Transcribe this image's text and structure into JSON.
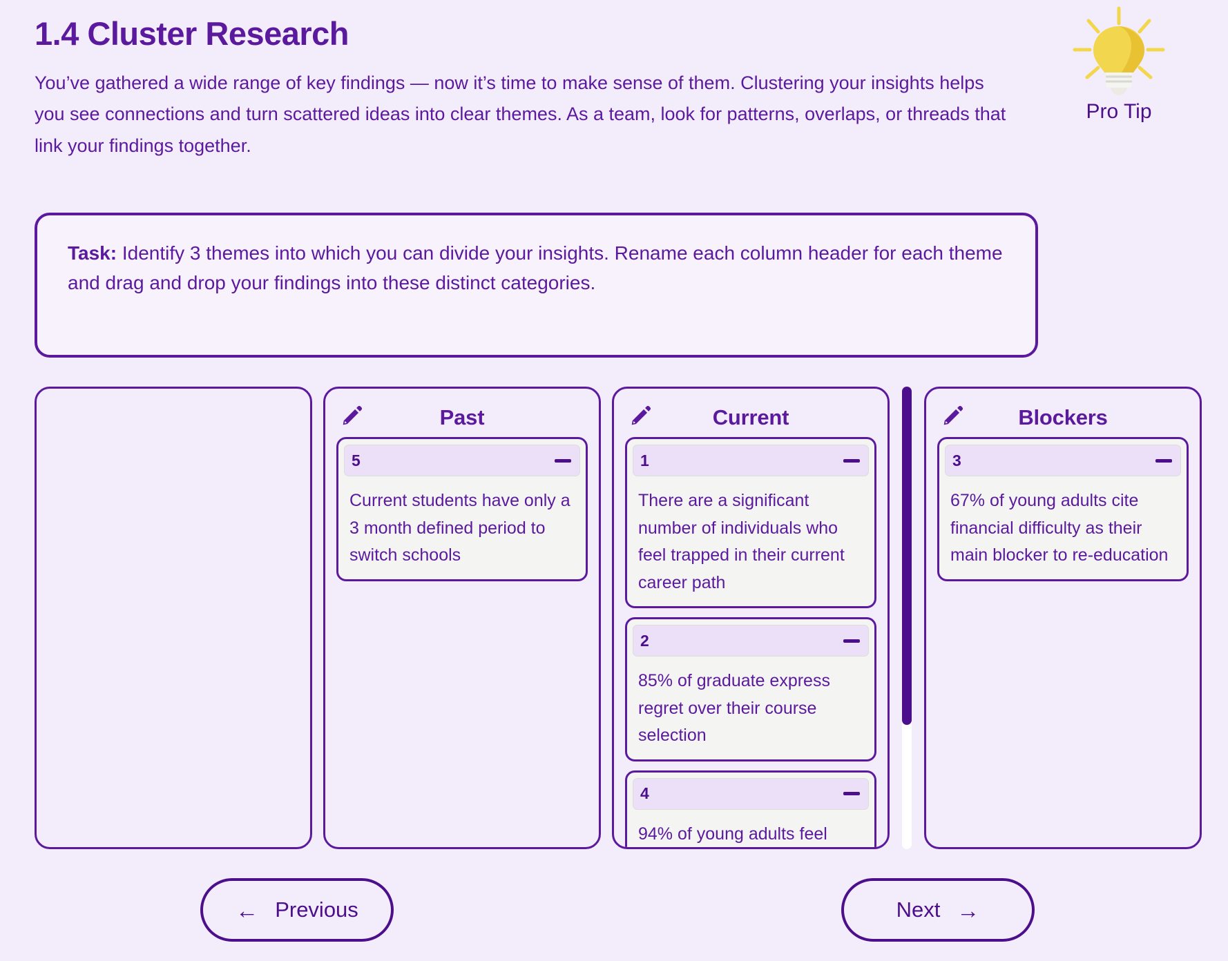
{
  "header": {
    "title": "1.4 Cluster Research",
    "intro": "You’ve gathered a wide range of key findings — now it’s time to make sense of them. Clustering your insights helps you see connections and turn scattered ideas into clear themes. As a team, look for patterns, overlaps, or threads that link your findings together."
  },
  "pro_tip": {
    "label": "Pro Tip",
    "icon": "lightbulb-icon",
    "bulb_color": "#f2d74e",
    "bulb_shade": "#e8c233"
  },
  "task": {
    "label": "Task:",
    "text": " Identify 3 themes into which you can divide your insights. Rename each column header for each theme and drag and drop your findings into these distinct categories."
  },
  "board": {
    "edit_icon": "pencil-icon",
    "collapse_icon": "minus-icon",
    "columns": [
      {
        "name": "unassigned",
        "title": "",
        "has_header": false,
        "cards": []
      },
      {
        "name": "past",
        "title": "Past",
        "has_header": true,
        "cards": [
          {
            "num": "5",
            "text": "Current students have only a 3 month defined period to switch schools"
          }
        ]
      },
      {
        "name": "current",
        "title": "Current",
        "has_header": true,
        "cards": [
          {
            "num": "1",
            "text": "There are a significant number of individuals who feel trapped in their current career path"
          },
          {
            "num": "2",
            "text": "85% of graduate express regret over their course selection"
          },
          {
            "num": "4",
            "text": "94% of young adults feel"
          }
        ]
      },
      {
        "name": "blockers",
        "title": "Blockers",
        "has_header": true,
        "cards": [
          {
            "num": "3",
            "text": "67% of young adults cite financial difficulty as their main blocker to re-education"
          }
        ]
      }
    ]
  },
  "footer": {
    "previous_label": "Previous",
    "previous_arrow": "←",
    "next_label": "Next",
    "next_arrow": "→"
  },
  "colors": {
    "background": "#f3ecfa",
    "primary_purple": "#5b1a9e",
    "deep_purple": "#4c0f8c",
    "card_body": "#f4f4f3",
    "card_head": "#ece0f9"
  }
}
